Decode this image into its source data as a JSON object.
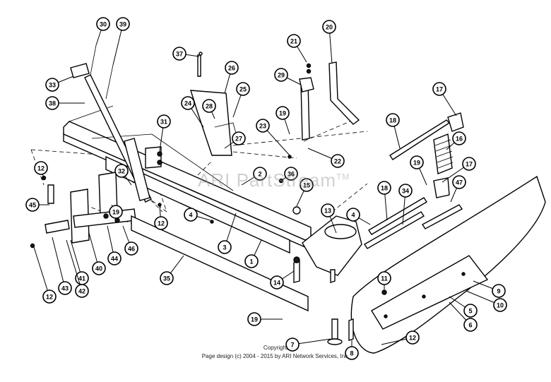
{
  "watermark": {
    "text": "ARI PartStream",
    "mark": "TM"
  },
  "footer": {
    "copyright": "Copyright",
    "page_design": "Page design (c) 2004 - 2015 by ARI Network Services, Inc."
  },
  "callouts": [
    "30",
    "39",
    "33",
    "38",
    "37",
    "26",
    "25",
    "24",
    "28",
    "31",
    "27",
    "21",
    "29",
    "20",
    "19",
    "23",
    "22",
    "17",
    "18",
    "16",
    "12",
    "2",
    "36",
    "15",
    "45",
    "32",
    "19",
    "4",
    "12",
    "3",
    "1",
    "35",
    "46",
    "44",
    "40",
    "41",
    "42",
    "43",
    "12",
    "13",
    "14",
    "4",
    "18",
    "34",
    "19",
    "17",
    "47",
    "11",
    "9",
    "10",
    "5",
    "6",
    "12",
    "7",
    "8",
    "19"
  ]
}
